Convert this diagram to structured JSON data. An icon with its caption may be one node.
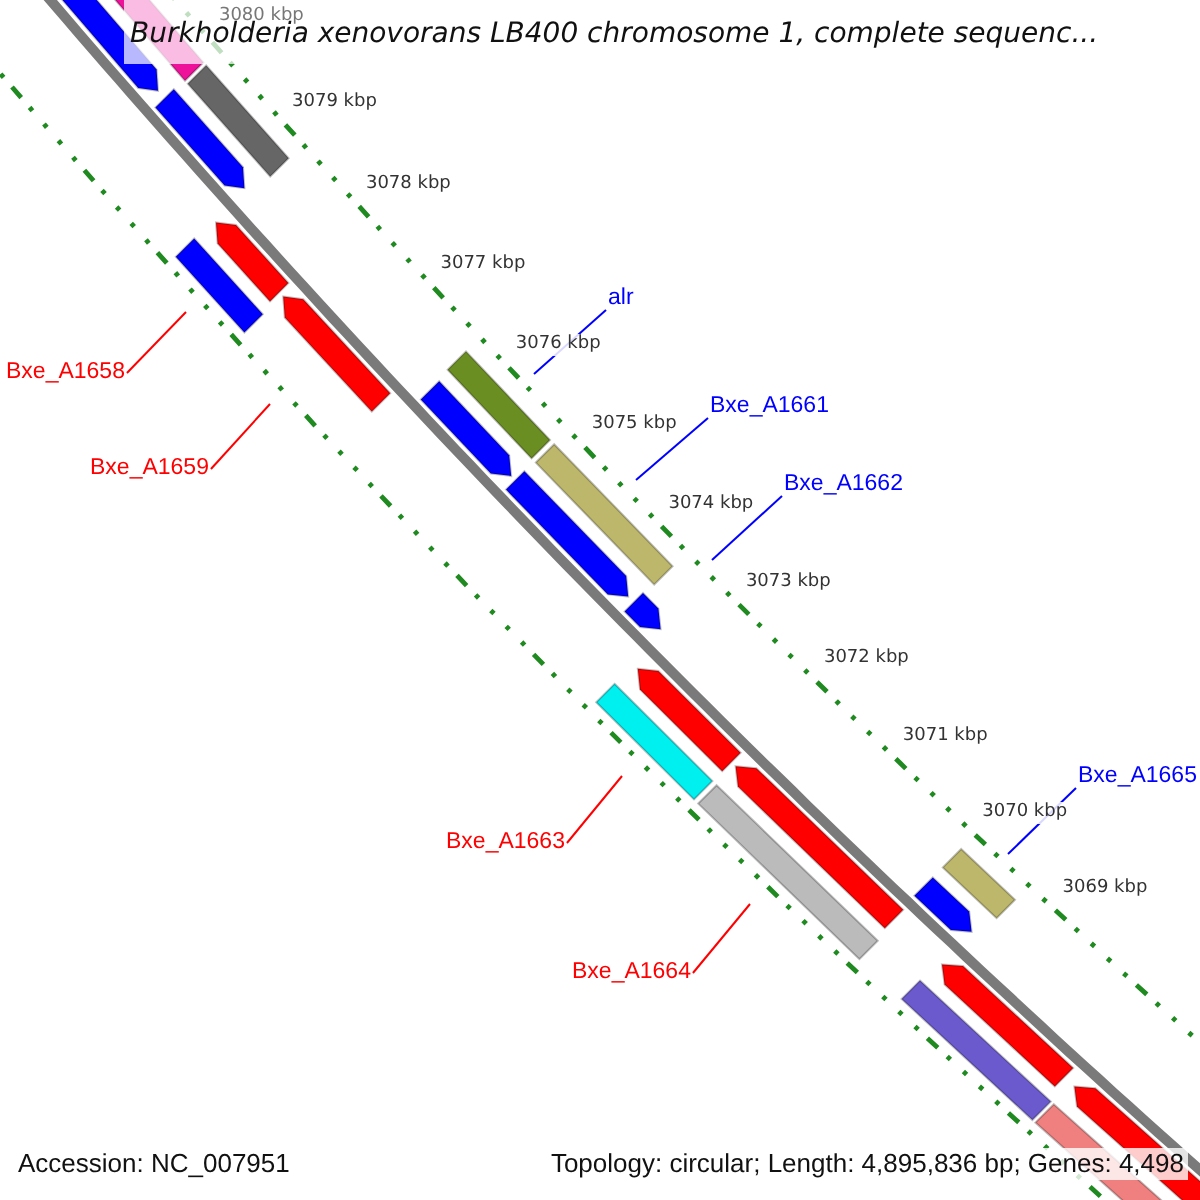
{
  "diagram": {
    "title": "Burkholderia xenovorans LB400 chromosome 1, complete sequenc...",
    "nodes": [
      {
        "text": [
          "alr"
        ]
      },
      {
        "text": [
          "Bxe_A1658"
        ]
      },
      {
        "text": [
          "Bxe_A1661"
        ]
      },
      {
        "text": [
          "Bxe_A1659"
        ]
      },
      {
        "text": [
          "Bxe_A1662"
        ]
      },
      {
        "text": [
          "Bxe_A1665"
        ]
      },
      {
        "text": [
          "Bxe_A1663"
        ]
      },
      {
        "text": [
          "Bxe_A1664"
        ]
      }
    ],
    "edges": [
      {
        "from": 0,
        "to": null,
        "arrow": "none",
        "color": "#0000ff"
      },
      {
        "from": 1,
        "to": null,
        "arrow": "none",
        "color": "#ff0000"
      },
      {
        "from": 2,
        "to": null,
        "arrow": "none",
        "color": "#0000ff"
      },
      {
        "from": 3,
        "to": null,
        "arrow": "none",
        "color": "#ff0000"
      },
      {
        "from": 4,
        "to": null,
        "arrow": "none",
        "color": "#0000ff"
      },
      {
        "from": 5,
        "to": null,
        "arrow": "none",
        "color": "#0000ff"
      },
      {
        "from": 6,
        "to": null,
        "arrow": "none",
        "color": "#ff0000"
      },
      {
        "from": 7,
        "to": null,
        "arrow": "none",
        "color": "#ff0000"
      }
    ],
    "labels": [
      "3080 kbp",
      "3079 kbp",
      "3078 kbp",
      "3077 kbp",
      "3076 kbp",
      "3075 kbp",
      "3074 kbp",
      "3073 kbp",
      "3072 kbp",
      "3071 kbp",
      "3070 kbp",
      "3069 kbp",
      "Accession: NC_007951",
      "Topology: circular; Length: 4,895,836 bp; Genes: 4,498"
    ]
  }
}
